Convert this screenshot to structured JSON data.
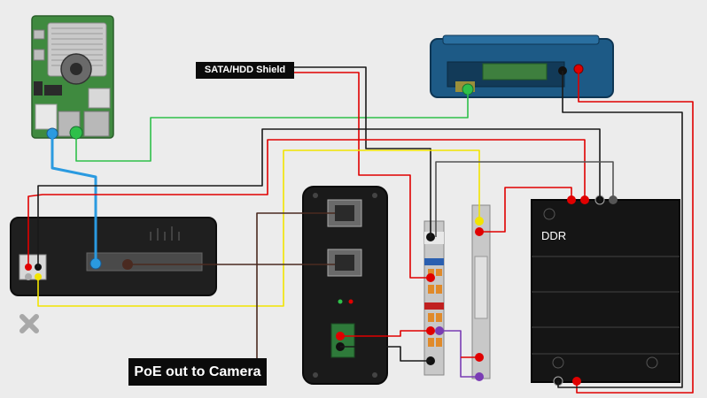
{
  "labels": {
    "sata_shield": "SATA/HDD Shield",
    "poe_out": "PoE out to Camera",
    "ddr": "DDR"
  },
  "colors": {
    "background": "#ececec",
    "wire_red": "#e00000",
    "wire_black": "#1a1a1a",
    "wire_gray": "#555555",
    "wire_yellow": "#f2e400",
    "wire_green": "#2ec04a",
    "wire_blue": "#2a9ae0",
    "wire_brown": "#4a2a20",
    "wire_purple": "#7a3cb4",
    "pi_board": "#3f8a3f",
    "enclosure_blue": "#1d5a86",
    "router_body": "#1e1e1e",
    "poe_injector": "#1a1a1a",
    "terminal_block": "#c8c8c8",
    "ddr_psu": "#151515"
  },
  "components": [
    {
      "id": "raspberry-pi",
      "icon": "single-board-computer-icon"
    },
    {
      "id": "sata-hdd-enclosure",
      "icon": "hdd-enclosure-icon"
    },
    {
      "id": "router",
      "icon": "router-icon"
    },
    {
      "id": "poe-injector",
      "icon": "poe-injector-icon"
    },
    {
      "id": "terminal-blocks",
      "icon": "din-terminal-icon"
    },
    {
      "id": "fuse-terminal",
      "icon": "fuse-terminal-icon"
    },
    {
      "id": "ddr-power-supply",
      "icon": "din-power-supply-icon"
    },
    {
      "id": "unused-port-marker",
      "icon": "x-mark-icon"
    }
  ]
}
